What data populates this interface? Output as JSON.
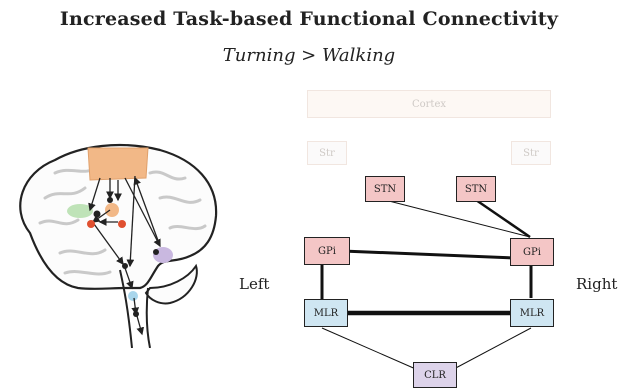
{
  "title": "Increased Task-based Functional Connectivity",
  "subtitle": "Turning > Walking",
  "side_labels": {
    "left": "Left",
    "right": "Right"
  },
  "nodes": {
    "cortex": "Cortex",
    "str_left": "Str",
    "str_right": "Str",
    "stn_left": "STN",
    "stn_right": "STN",
    "gpi_left": "GPi",
    "gpi_right": "GPi",
    "mlr_left": "MLR",
    "mlr_right": "MLR",
    "clr": "CLR"
  },
  "edges": [
    {
      "from": "stn_left",
      "to": "gpi_right",
      "weight": "thin"
    },
    {
      "from": "stn_right",
      "to": "gpi_right",
      "weight": "thick"
    },
    {
      "from": "gpi_left",
      "to": "gpi_right",
      "weight": "thick"
    },
    {
      "from": "gpi_left",
      "to": "mlr_left",
      "weight": "thick"
    },
    {
      "from": "gpi_right",
      "to": "mlr_right",
      "weight": "thick"
    },
    {
      "from": "mlr_left",
      "to": "mlr_right",
      "weight": "thickest"
    },
    {
      "from": "mlr_left",
      "to": "clr",
      "weight": "thin"
    },
    {
      "from": "mlr_right",
      "to": "clr",
      "weight": "thin"
    }
  ],
  "colors": {
    "stn_gpi": "#f4c6c6",
    "mlr": "#cfe6f2",
    "clr": "#ddd3ea",
    "cortex_region": "#f2b887"
  }
}
